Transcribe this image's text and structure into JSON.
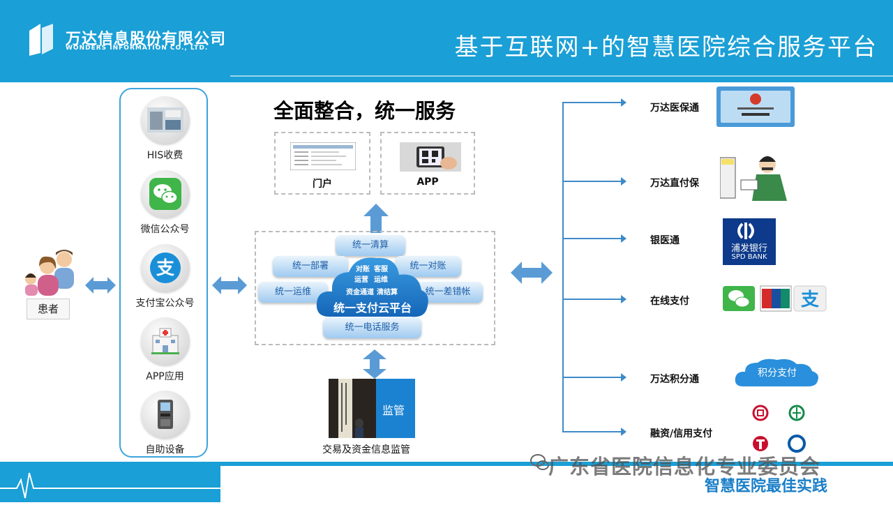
{
  "header": {
    "company_cn": "万达信息股份有限公司",
    "company_en": "WONDERS INFORMATION CO., LTD.",
    "title": "基于互联网+的智慧医院综合服务平台"
  },
  "patient": {
    "label": "患者"
  },
  "channels": [
    {
      "label": "HIS收费",
      "icon": "his-terminal-icon"
    },
    {
      "label": "微信公众号",
      "icon": "wechat-icon"
    },
    {
      "label": "支付宝公众号",
      "icon": "alipay-icon"
    },
    {
      "label": "APP应用",
      "icon": "hospital-app-icon"
    },
    {
      "label": "自助设备",
      "icon": "kiosk-icon"
    }
  ],
  "center": {
    "title": "全面整合，统一服务",
    "top_boxes": [
      {
        "label": "门户"
      },
      {
        "label": "APP"
      }
    ],
    "pills": {
      "clearing": "统一清算",
      "deploy": "统一部署",
      "reconcile": "统一对账",
      "ops": "统一运维",
      "diff": "统一差错帐",
      "phone": "统一电话服务"
    },
    "cloud": {
      "title": "统一支付云平台",
      "items": [
        "对账",
        "客服",
        "运营",
        "运维",
        "资金通道",
        "清结算"
      ]
    },
    "regulation": {
      "label": "监管",
      "caption": "交易及资金信息监管"
    }
  },
  "services": [
    {
      "label": "万达医保通",
      "image": "social-security-card-image"
    },
    {
      "label": "万达直付保",
      "image": "insurance-clerk-image"
    },
    {
      "label": "银医通",
      "image": "spd-bank-logo"
    },
    {
      "label": "在线支付",
      "image": "payment-logos"
    },
    {
      "label": "万达积分通",
      "image": "points-cloud"
    },
    {
      "label": "融资/信用支付",
      "image": "bank-logos"
    }
  ],
  "service_images": {
    "spd_cn": "浦发银行",
    "spd_en": "SPD BANK",
    "points": "积分支付"
  },
  "watermark": {
    "line1": "广东省医院信息化专业委员会",
    "line2": "智慧医院最佳实践"
  },
  "colors": {
    "brand": "#1a9fd6",
    "line": "#3d8ac8",
    "pill": "#9fcaf0"
  }
}
